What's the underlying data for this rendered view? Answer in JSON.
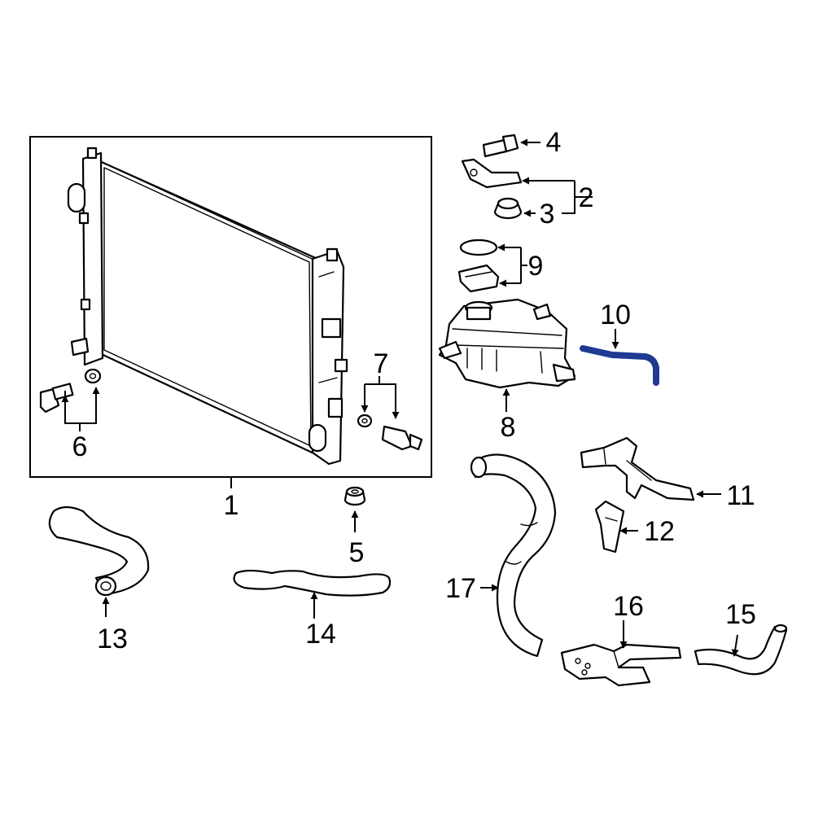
{
  "diagram": {
    "highlight_color": "#1f3a93",
    "line_color": "#000000",
    "background": "#ffffff",
    "callouts": [
      {
        "id": "1",
        "label": "1"
      },
      {
        "id": "2",
        "label": "2"
      },
      {
        "id": "3",
        "label": "3"
      },
      {
        "id": "4",
        "label": "4"
      },
      {
        "id": "5",
        "label": "5"
      },
      {
        "id": "6",
        "label": "6"
      },
      {
        "id": "7",
        "label": "7"
      },
      {
        "id": "8",
        "label": "8"
      },
      {
        "id": "9",
        "label": "9"
      },
      {
        "id": "10",
        "label": "10"
      },
      {
        "id": "11",
        "label": "11"
      },
      {
        "id": "12",
        "label": "12"
      },
      {
        "id": "13",
        "label": "13"
      },
      {
        "id": "14",
        "label": "14"
      },
      {
        "id": "15",
        "label": "15"
      },
      {
        "id": "16",
        "label": "16"
      },
      {
        "id": "17",
        "label": "17"
      }
    ],
    "highlighted_part": "10"
  }
}
